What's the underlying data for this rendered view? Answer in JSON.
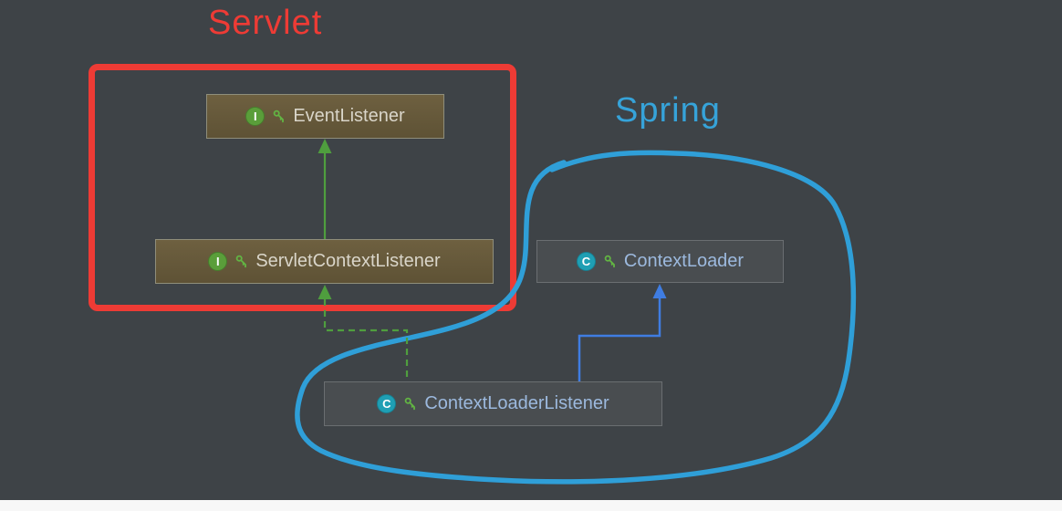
{
  "canvas": {
    "background_color": "#3e4347",
    "bottom_strip_color": "#f7f7f7"
  },
  "annotations": {
    "servlet": {
      "label": "Servlet",
      "color": "#ee3b35",
      "shape": "red-rounded-rectangle"
    },
    "spring": {
      "label": "Spring",
      "color": "#36a3d9",
      "shape": "blue-freehand-loop"
    }
  },
  "nodes": {
    "event_listener": {
      "label": "EventListener",
      "kind": "interface",
      "badge": "I",
      "badge_color": "#5a9e3a"
    },
    "servlet_context_listener": {
      "label": "ServletContextListener",
      "kind": "interface",
      "badge": "I",
      "badge_color": "#5a9e3a"
    },
    "context_loader": {
      "label": "ContextLoader",
      "kind": "class",
      "badge": "C",
      "badge_color": "#1f9fb4"
    },
    "context_loader_listener": {
      "label": "ContextLoaderListener",
      "kind": "class",
      "badge": "C",
      "badge_color": "#1f9fb4"
    }
  },
  "edges": [
    {
      "from": "ServletContextListener",
      "to": "EventListener",
      "relation": "extends",
      "line": "solid",
      "color": "#4f9e3e"
    },
    {
      "from": "ContextLoaderListener",
      "to": "ServletContextListener",
      "relation": "implements",
      "line": "dashed",
      "color": "#4f9e3e"
    },
    {
      "from": "ContextLoaderListener",
      "to": "ContextLoader",
      "relation": "extends",
      "line": "solid",
      "color": "#3f7de2"
    }
  ]
}
